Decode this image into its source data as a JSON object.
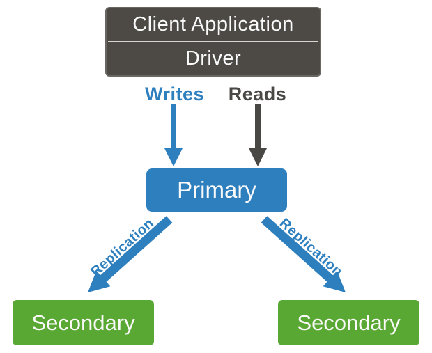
{
  "colors": {
    "background": "#ffffff",
    "box_dark": "#4d4a46",
    "box_dark_border": "#6a6762",
    "divider": "#d6d5d3",
    "blue": "#2e7fbe",
    "gray_arrow": "#4a4845",
    "green": "#5aa834",
    "text_light": "#fafafa"
  },
  "diagram": {
    "client_box": {
      "title": "Client Application",
      "subtitle": "Driver"
    },
    "flow_labels": {
      "writes": "Writes",
      "reads": "Reads"
    },
    "primary": {
      "label": "Primary"
    },
    "secondaries": [
      {
        "label": "Secondary"
      },
      {
        "label": "Secondary"
      }
    ],
    "replication": {
      "left_label": "Replication",
      "right_label": "Replication"
    }
  }
}
